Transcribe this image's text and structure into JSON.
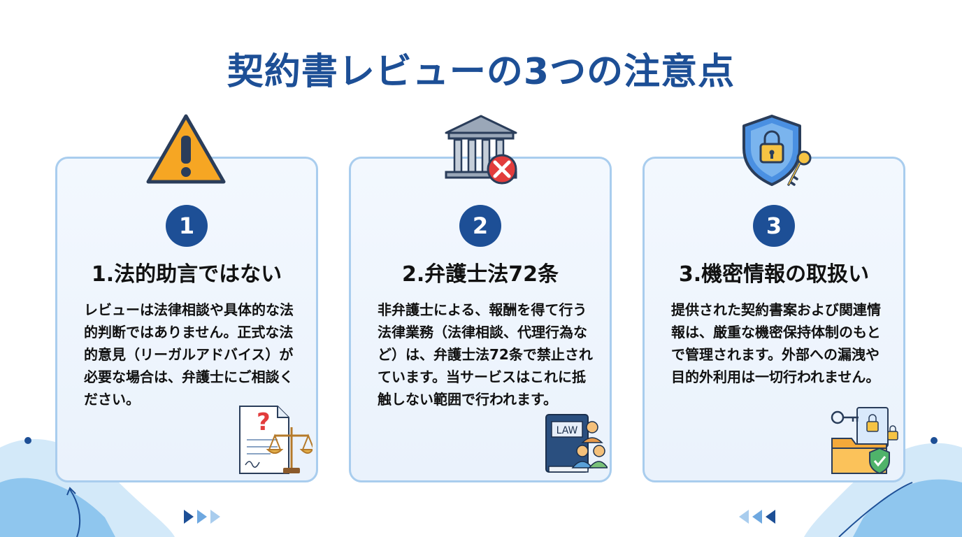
{
  "page": {
    "title": "契約書レビューの3つの注意点"
  },
  "colors": {
    "primary": "#1d4f96",
    "card_border": "#a9cdee",
    "warning": "#f6a623",
    "accent_blue": "#4a90e2"
  },
  "cards": [
    {
      "number": "1",
      "title": "1.法的助言ではない",
      "body": "レビューは法律相談や具体的な法的判断ではありません。正式な法的意見（リーガルアドバイス）が必要な場合は、弁護士にご相談ください。",
      "icon": "warning-icon",
      "illustration": "document-scales-illustration"
    },
    {
      "number": "2",
      "title": "2.弁護士法72条",
      "body": "非弁護士による、報酬を得て行う法律業務（法律相談、代理行為など）は、弁護士法72条で禁止されています。当サービスはこれに抵触しない範囲で行われます。",
      "icon": "courthouse-prohibited-icon",
      "illustration": "law-book-illustration",
      "illustration_text": "LAW"
    },
    {
      "number": "3",
      "title": "3.機密情報の取扱い",
      "body": "提供された契約書案および関連情報は、厳重な機密保持体制のもとで管理されます。外部への漏洩や目的外利用は一切行われません。",
      "icon": "shield-lock-icon",
      "illustration": "secure-folder-illustration"
    }
  ]
}
